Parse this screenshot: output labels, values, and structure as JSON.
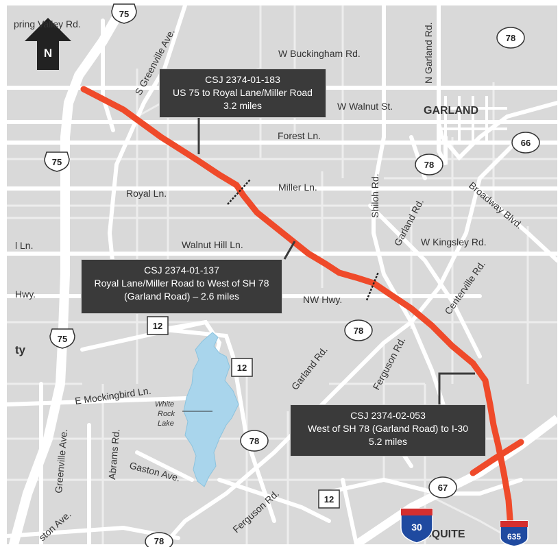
{
  "north_label": "N",
  "colors": {
    "background": "#d9d9d9",
    "road": "#ffffff",
    "corridor": "#ef4a2a",
    "lake": "#a9d5ec",
    "callout": "#3a3a3a",
    "label": "#333333"
  },
  "callouts": {
    "c183": {
      "l1": "CSJ 2374-01-183",
      "l2": "US 75 to Royal Lane/Miller Road",
      "l3": "3.2 miles"
    },
    "c137": {
      "l1": "CSJ 2374-01-137",
      "l2": "Royal Lane/Miller Road to West of SH 78",
      "l3": "(Garland Road) – 2.6 miles"
    },
    "c053": {
      "l1": "CSJ 2374-02-053",
      "l2": "West of SH 78 (Garland Road) to I-30",
      "l3": "5.2 miles"
    }
  },
  "streets": {
    "spring_valley": "pring Valley Rd.",
    "s_greenville": "S Greenville Ave.",
    "w_buckingham": "W Buckingham Rd.",
    "n_garland": "N Garland Rd.",
    "w_walnut": "W Walnut St.",
    "forest": "Forest Ln.",
    "royal": "Royal Ln.",
    "miller": "Miller Ln.",
    "shiloh": "Shiloh Rd.",
    "garland_rd_upper": "Garland Rd.",
    "broadway": "Broadway Blvd.",
    "l_ln": "l Ln.",
    "walnut_hill": "Walnut Hill Ln.",
    "w_kingsley": "W Kingsley Rd.",
    "hwy": "Hwy.",
    "nw_hwy": "NW Hwy.",
    "centerville": "Centerville Rd.",
    "ty": "ty",
    "garland_rd_lower": "Garland Rd.",
    "ferguson_upper": "Ferguson Rd.",
    "e_mockingbird": "E Mockingbird Ln.",
    "abrams": "Abrams Rd.",
    "greenville": "Greenville Ave.",
    "gaston": "Gaston Ave.",
    "ferguson_lower": "Ferguson Rd.",
    "ston_ave": "ston Ave."
  },
  "places": {
    "garland": "GARLAND",
    "mesquite": "MESQUITE",
    "lake_l1": "White",
    "lake_l2": "Rock",
    "lake_l3": "Lake"
  },
  "shields": {
    "us75_top": "75",
    "us75_mid": "75",
    "us75_low": "75",
    "sh78_ne": "78",
    "sh78_mid": "78",
    "sh78_low": "78",
    "sh78_sw": "78",
    "sh78_bottom": "78",
    "sh66": "66",
    "sh12_a": "12",
    "sh12_b": "12",
    "sh12_c": "12",
    "sh67": "67",
    "i30": "30",
    "i635": "635"
  }
}
